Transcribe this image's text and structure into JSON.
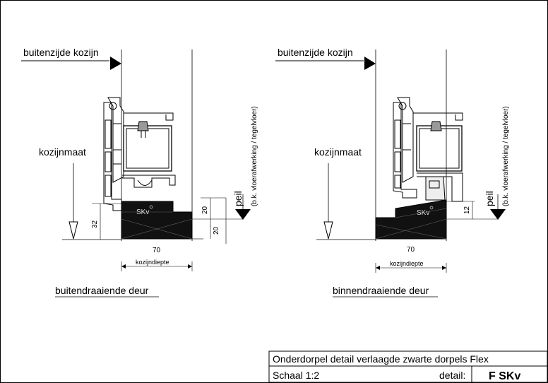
{
  "drawings": {
    "left": {
      "outside_label": "buitenzijde kozijn",
      "frame_label": "kozijnmaat",
      "peil_label": "peil",
      "floor_note": "(b.k. vloerafwerking / tegelvloer)",
      "sill_logo": "SKv",
      "dim_height_total": "32",
      "dim_upper": "20",
      "dim_lower": "20",
      "dim_width": "70",
      "depth_label": "kozijndiepte",
      "door_type": "buitendraaiende deur"
    },
    "right": {
      "outside_label": "buitenzijde kozijn",
      "frame_label": "kozijnmaat",
      "peil_label": "peil",
      "floor_note": "(b.k. vloerafwerking / tegelvloer)",
      "sill_logo": "SKv",
      "dim_step": "12",
      "dim_width": "70",
      "depth_label": "kozijndiepte",
      "door_type": "binnendraaiende deur"
    }
  },
  "title_block": {
    "title": "Onderdorpel detail verlaagde zwarte dorpels Flex",
    "scale": "Schaal 1:2",
    "detail_label": "detail:",
    "detail_code": "F SKv"
  }
}
